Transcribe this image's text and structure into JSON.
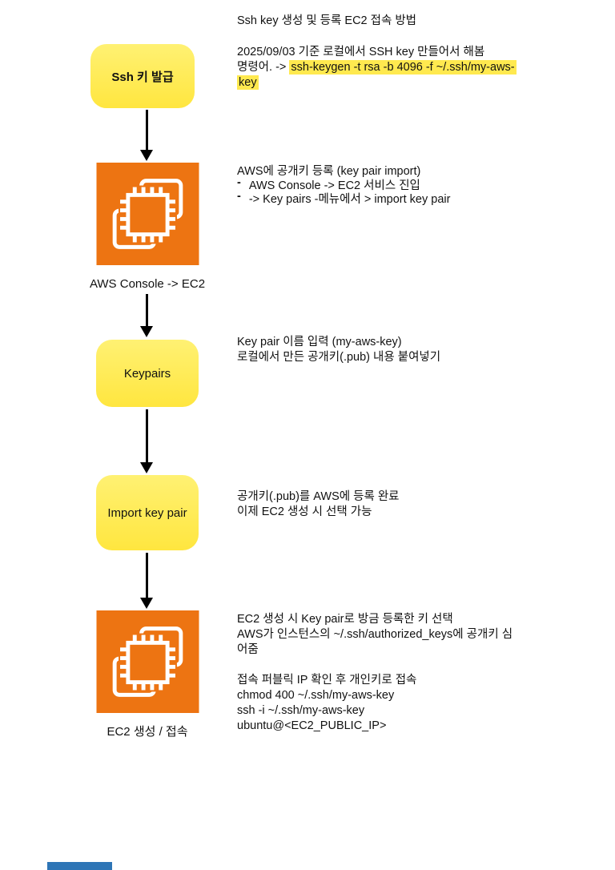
{
  "title": "Ssh key 생성 및 등록 EC2 접속 방법",
  "colors": {
    "box_yellow": "#FFE94F",
    "box_yellow_light": "#FFF173",
    "highlight_yellow": "#FFE94F",
    "aws_orange": "#ED7412",
    "arrow_black": "#000000",
    "blue_bar": "#2E75B6"
  },
  "flow": {
    "step1": {
      "label": "Ssh 키 발급",
      "shape": "rounded-yellow-box"
    },
    "step2": {
      "label": "AWS Console -> EC2",
      "shape": "aws-ec2-icon"
    },
    "step3": {
      "label": "Keypairs",
      "shape": "rounded-yellow-box"
    },
    "step4": {
      "label": "Import key pair",
      "shape": "rounded-yellow-box"
    },
    "step5": {
      "label": "EC2 생성 / 접속",
      "shape": "aws-ec2-icon"
    }
  },
  "notes": {
    "note1": {
      "line1": "2025/09/03 기준 로컬에서 SSH key 만들어서 해봄",
      "line2_prefix": "명령어. -> ",
      "line2_highlight": "ssh-keygen -t rsa -b 4096 -f ~/.ssh/my-aws-",
      "line3_highlight": "key"
    },
    "note2": {
      "line1": "AWS에 공개키 등록 (key pair import)",
      "bullet_char": "-",
      "bullet1": "AWS Console -> EC2  서비스 진입",
      "bullet2": "-> Key pairs -메뉴에서 > import key pair"
    },
    "note3": {
      "line1": "Key pair 이름 입력 (my-aws-key)",
      "line2": "로컬에서 만든 공개키(.pub) 내용 붙여넣기"
    },
    "note4": {
      "line1": "공개키(.pub)를 AWS에 등록 완료",
      "line2": "이제 EC2 생성 시 선택 가능"
    },
    "note5": {
      "line1": "EC2 생성 시 Key pair로 방금 등록한 키 선택",
      "line2": "AWS가 인스턴스의 ~/.ssh/authorized_keys에 공개키 심",
      "line3": "어줌",
      "line4": "접속 퍼블릭 IP 확인 후 개인키로 접속",
      "line5": "chmod 400 ~/.ssh/my-aws-key",
      "line6": "ssh -i ~/.ssh/my-aws-key",
      "line7": "ubuntu@<EC2_PUBLIC_IP>"
    }
  }
}
